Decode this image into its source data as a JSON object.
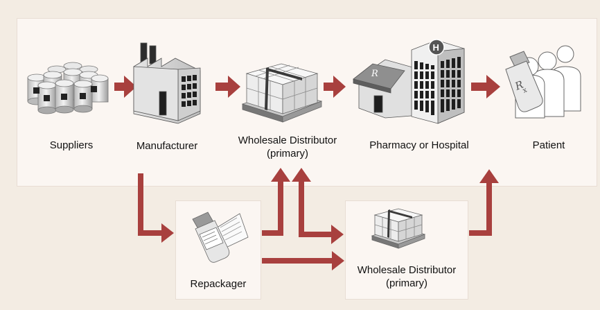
{
  "nodes": {
    "suppliers": "Suppliers",
    "manufacturer": "Manufacturer",
    "wholesale_primary_line1": "Wholesale Distributor",
    "wholesale_primary_line2": "(primary)",
    "pharmacy": "Pharmacy or Hospital",
    "patient": "Patient",
    "repackager": "Repackager",
    "wholesale_secondary_line1": "Wholesale Distributor",
    "wholesale_secondary_line2": "(primary)"
  },
  "icons": {
    "suppliers": "chemical-drums-icon",
    "manufacturer": "factory-icon",
    "wholesale_primary": "pallet-boxes-icon",
    "pharmacy": "pharmacy-hospital-building-icon",
    "patient": "patient-with-pill-bottle-icon",
    "repackager": "pill-bottle-with-label-icon",
    "wholesale_secondary": "pallet-boxes-icon"
  },
  "colors": {
    "background": "#f3ece3",
    "panel": "#fbf6f2",
    "arrow": "#a8403e"
  }
}
